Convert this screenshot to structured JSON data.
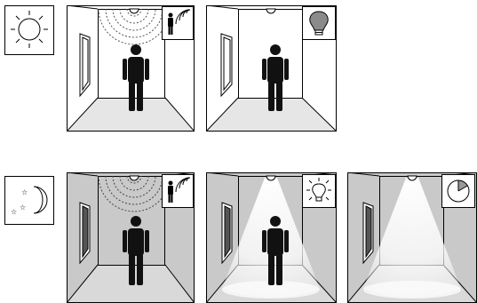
{
  "rows": [
    {
      "name": "day",
      "condition_icon": "sun-icon",
      "panels": [
        {
          "state": "person-detected",
          "lit": false,
          "indicator_icon": "motion-sensor-person-icon"
        },
        {
          "state": "light-off",
          "lit": false,
          "indicator_icon": "bulb-off-icon"
        }
      ]
    },
    {
      "name": "night",
      "condition_icon": "moon-stars-icon",
      "panels": [
        {
          "state": "person-detected",
          "lit": false,
          "indicator_icon": "motion-sensor-person-icon"
        },
        {
          "state": "light-on",
          "lit": true,
          "indicator_icon": "bulb-on-icon"
        },
        {
          "state": "timer-running",
          "lit": true,
          "indicator_icon": "timer-icon"
        }
      ]
    }
  ],
  "colors": {
    "line": "#000000",
    "day_wall": "#ffffff",
    "day_floor": "#e6e6e6",
    "night_wall": "#c9c9c9",
    "night_floor": "#d9d9d9",
    "beam": "#ffffff",
    "bulb_off": "#8a8a8a",
    "timer_elapsed": "#999999"
  }
}
